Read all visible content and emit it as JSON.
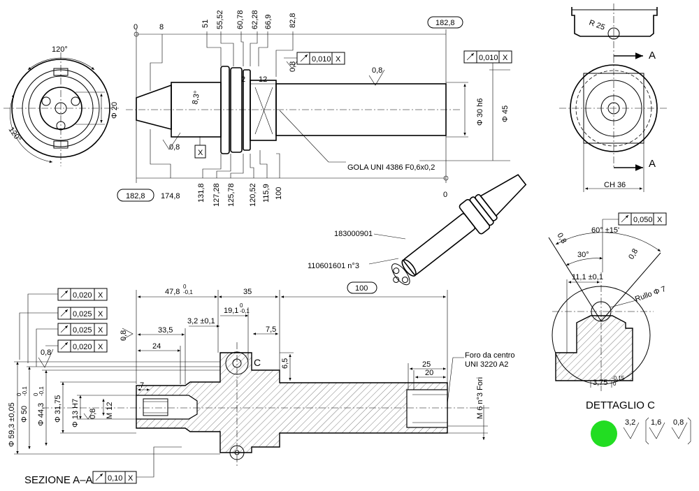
{
  "top_view": {
    "ref_left": "182,8",
    "ref_right": "182,8",
    "zero_top": "0",
    "zero_bottom": "0",
    "top_dims": [
      "8",
      "51",
      "55,52",
      "60,78",
      "62,28",
      "66,9",
      "82,8"
    ],
    "bottom_dims": [
      "174,8",
      "131,8",
      "127,28",
      "125,78",
      "120,52",
      "115,9",
      "100"
    ],
    "cone_angle": "8,3°",
    "roughness_08": "0,8",
    "datum_x": "X",
    "depth_12": "12",
    "depth_2": "2",
    "runout_tol": "0,010",
    "runout_datum": "X",
    "dia_30": "Φ 30 h6",
    "dia_45": "Φ 45",
    "groove_note": "GOLA UNI 4386 F0,6x0,2",
    "angle_120_top": "120°",
    "angle_120_left": "120°",
    "dia_20": "Φ 20"
  },
  "side_view": {
    "radius": "R 25",
    "section_a": "A",
    "ch_36": "CH 36"
  },
  "iso_view": {
    "part_1": "183000901",
    "part_2": "110601601 n°3"
  },
  "detail_c": {
    "title": "DETTAGLIO C",
    "angle_60": "60° ±15'",
    "angle_30": "30°",
    "dim_11": "11,1 ±0,1",
    "roller": "Rullo Φ 7",
    "runout_tol": "0,050",
    "runout_datum": "X",
    "roughness": "0,8",
    "dim_375": "3,75",
    "dim_375_tol_upper": "-0,15",
    "dim_375_tol_lower": "0",
    "status_color": "#22dd22",
    "rough_32": "3,2",
    "rough_16": "1,6",
    "rough_08": "0,8"
  },
  "section": {
    "title": "SEZIONE A–A",
    "runout_rows": [
      {
        "tol": "0,020",
        "datum": "X"
      },
      {
        "tol": "0,025",
        "datum": "X"
      },
      {
        "tol": "0,025",
        "datum": "X"
      },
      {
        "tol": "0,020",
        "datum": "X"
      }
    ],
    "bottom_runout": {
      "tol": "0,10",
      "datum": "X"
    },
    "dim_478": "47,8",
    "dim_478_tol_upper": "0",
    "dim_478_tol_lower": "-0,1",
    "dim_35": "35",
    "dim_100": "100",
    "dim_191": "19,1",
    "dim_191_tol_upper": "0",
    "dim_191_tol_lower": "-0,1",
    "dim_32": "3,2 ±0,1",
    "dim_335": "33,5",
    "dim_24": "24",
    "dim_75": "7,5",
    "dim_65": "6,5",
    "dim_7": "7",
    "dim_25": "25",
    "dim_20": "20",
    "label_c": "C",
    "center_hole_line1": "Foro da centro",
    "center_hole_line2": "UNI 3220 A2",
    "dia_593": "Φ 59,3 ±0,05",
    "dia_50": "Φ 50",
    "dia_50_tol_upper": "0",
    "dia_50_tol_lower": "-0,1",
    "dia_443": "Φ 44,3",
    "dia_443_tol_upper": "0",
    "dia_443_tol_lower": "-0,1",
    "dia_3175": "Φ 31,75",
    "dia_13": "Φ 13 H7",
    "m12": "M 12",
    "rough_left": "0,8",
    "rough_mid": "0,8",
    "rough_cone": "0,8",
    "m6": "M 6 n°3 Fori"
  }
}
